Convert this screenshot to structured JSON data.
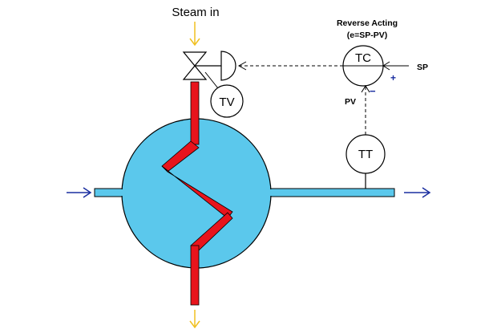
{
  "labels": {
    "steam_in": "Steam in",
    "controller_mode": "Reverse Acting",
    "error_equation": "(e=SP-PV)",
    "sp": "SP",
    "pv": "PV",
    "plus": "+",
    "minus": "−"
  },
  "instruments": {
    "tc": "TC",
    "tv": "TV",
    "tt": "TT"
  },
  "colors": {
    "vessel": "#5bc8ec",
    "steam_coil": "#e8141c",
    "steam_arrow": "#f0c020",
    "process_arrow": "#1a2ea0",
    "sign_color": "#1a2ea0"
  }
}
